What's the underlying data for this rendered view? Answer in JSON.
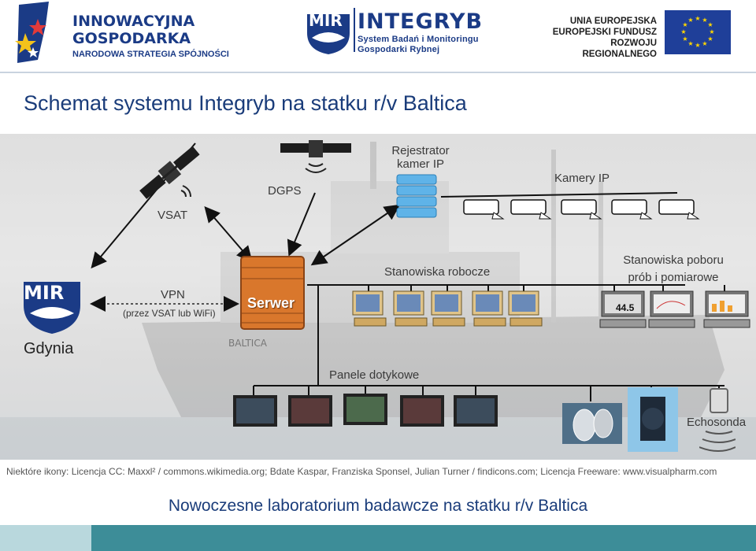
{
  "header": {
    "ig_line1": "INNOWACYJNA",
    "ig_line2": "GOSPODARKA",
    "ig_line3": "NARODOWA STRATEGIA SPÓJNOŚCI",
    "mir_mark": "MIR",
    "integryb": "INTEGRYB",
    "integryb_sub1": "System Badań i Monitoringu",
    "integryb_sub2": "Gospodarki Rybnej",
    "ue_line1": "UNIA EUROPEJSKA",
    "ue_line2": "EUROPEJSKI FUNDUSZ",
    "ue_line3": "ROZWOJU REGIONALNEGO"
  },
  "title": "Schemat systemu Integryb na statku r/v Baltica",
  "diagram": {
    "vsat": "VSAT",
    "dgps": "DGPS",
    "rejestrator_1": "Rejestrator",
    "rejestrator_2": "kamer IP",
    "kamery": "Kamery IP",
    "gdynia": "Gdynia",
    "mir_logo": "MIR",
    "vpn": "VPN",
    "vpn_sub": "(przez VSAT lub WiFi)",
    "serwer": "Serwer",
    "stanowiska_robocze": "Stanowiska robocze",
    "stanowiska_poboru_1": "Stanowiska poboru",
    "stanowiska_poboru_2": "prób i pomiarowe",
    "panele": "Panele dotykowe",
    "echosonda": "Echosonda",
    "ship_name": "BALTICA",
    "screen_value": "44.5"
  },
  "credits": "Niektóre ikony: Licencja CC: Maxxl² / commons.wikimedia.org; Bdate Kaspar, Franziska Sponsel, Julian Turner / findicons.com; Licencja Freeware: www.visualpharm.com",
  "footer_title": "Nowoczesne laboratorium badawcze na statku r/v Baltica",
  "colors": {
    "brand_blue": "#1b3b86",
    "eu_blue": "#1f3f99",
    "eu_star": "#ffd700",
    "server_orange": "#d9772c",
    "bottom_bar": "#3d8d98"
  }
}
